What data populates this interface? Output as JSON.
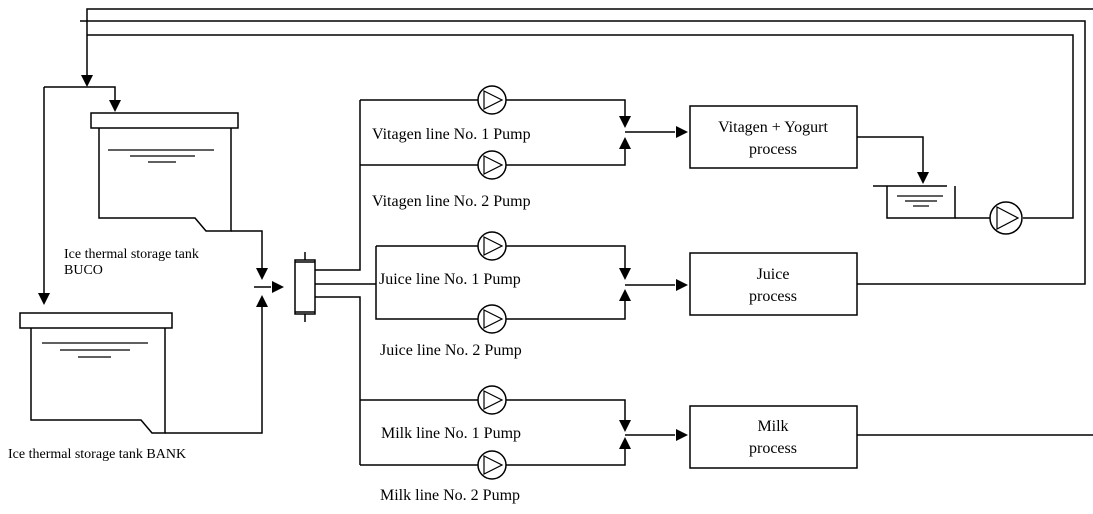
{
  "tanks": {
    "buco_label_line1": "Ice thermal storage tank",
    "buco_label_line2": "BUCO",
    "bank_label": "Ice thermal storage tank BANK"
  },
  "pumps": {
    "vitagen_1": "Vitagen line No. 1 Pump",
    "vitagen_2": "Vitagen line No. 2 Pump",
    "juice_1": "Juice line No. 1 Pump",
    "juice_2": "Juice line No. 2 Pump",
    "milk_1": "Milk line No. 1 Pump",
    "milk_2": "Milk line No. 2 Pump"
  },
  "processes": {
    "vitagen_line1": "Vitagen + Yogurt",
    "vitagen_line2": "process",
    "juice_line1": "Juice",
    "juice_line2": "process",
    "milk_line1": "Milk",
    "milk_line2": "process"
  }
}
